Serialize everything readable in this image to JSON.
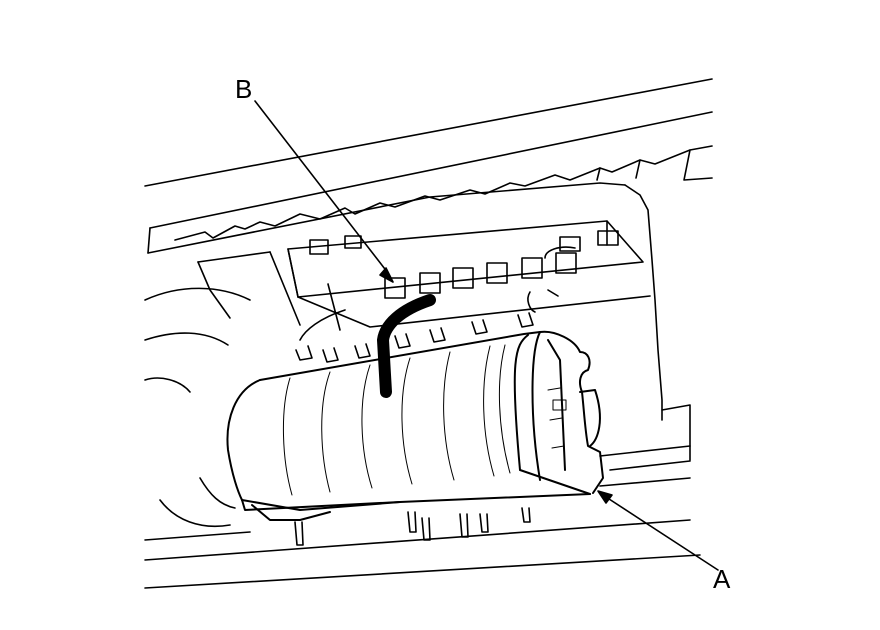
{
  "diagram": {
    "callouts": [
      {
        "label": "A",
        "target": "airbag-module"
      },
      {
        "label": "B",
        "target": "dashboard-mounting-slot"
      }
    ],
    "colors": {
      "line": "#000000",
      "background": "#ffffff"
    }
  }
}
